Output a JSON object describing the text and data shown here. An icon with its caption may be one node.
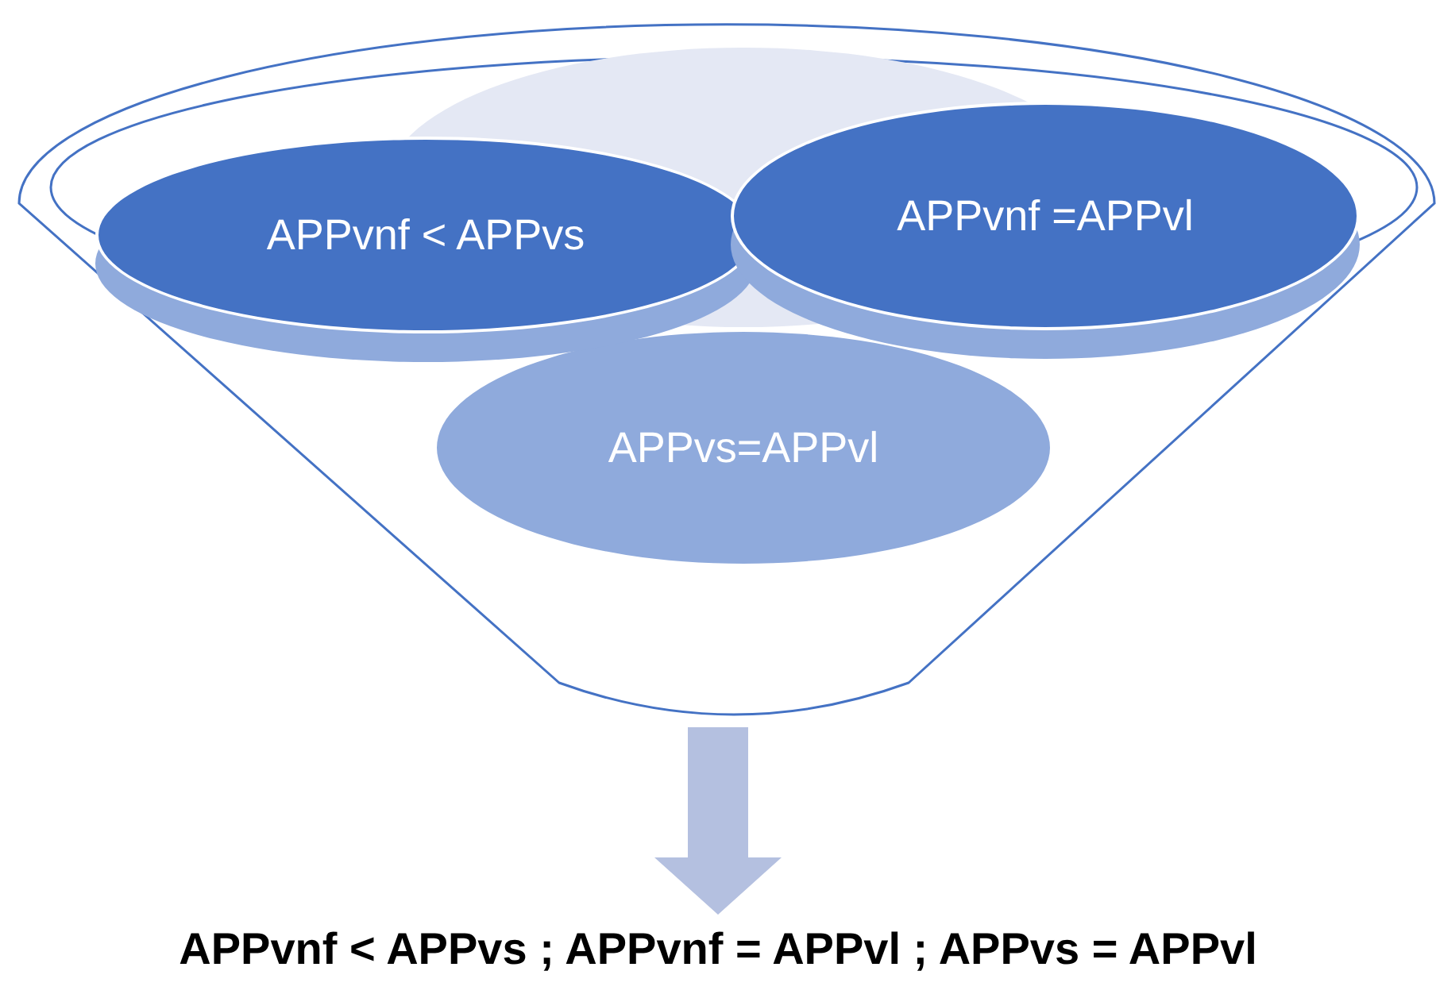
{
  "diagram": {
    "nodes": [
      {
        "text": [],
        "shape": "funnel"
      },
      {
        "text": [
          "APPvnf < APPvs"
        ],
        "in": 0
      },
      {
        "text": [
          "APPvnf =APPvl"
        ],
        "in": 0
      },
      {
        "text": [
          "APPvs=APPvl"
        ],
        "in": 0
      },
      {
        "text": [
          "APPvnf < APPvs ; APPvnf = APPvl ; APPvs = APPvl"
        ]
      }
    ],
    "edges": [
      {
        "from": 0,
        "to": 4,
        "arrow": "to",
        "style": "thick",
        "color": "#b4c0e0"
      }
    ]
  }
}
